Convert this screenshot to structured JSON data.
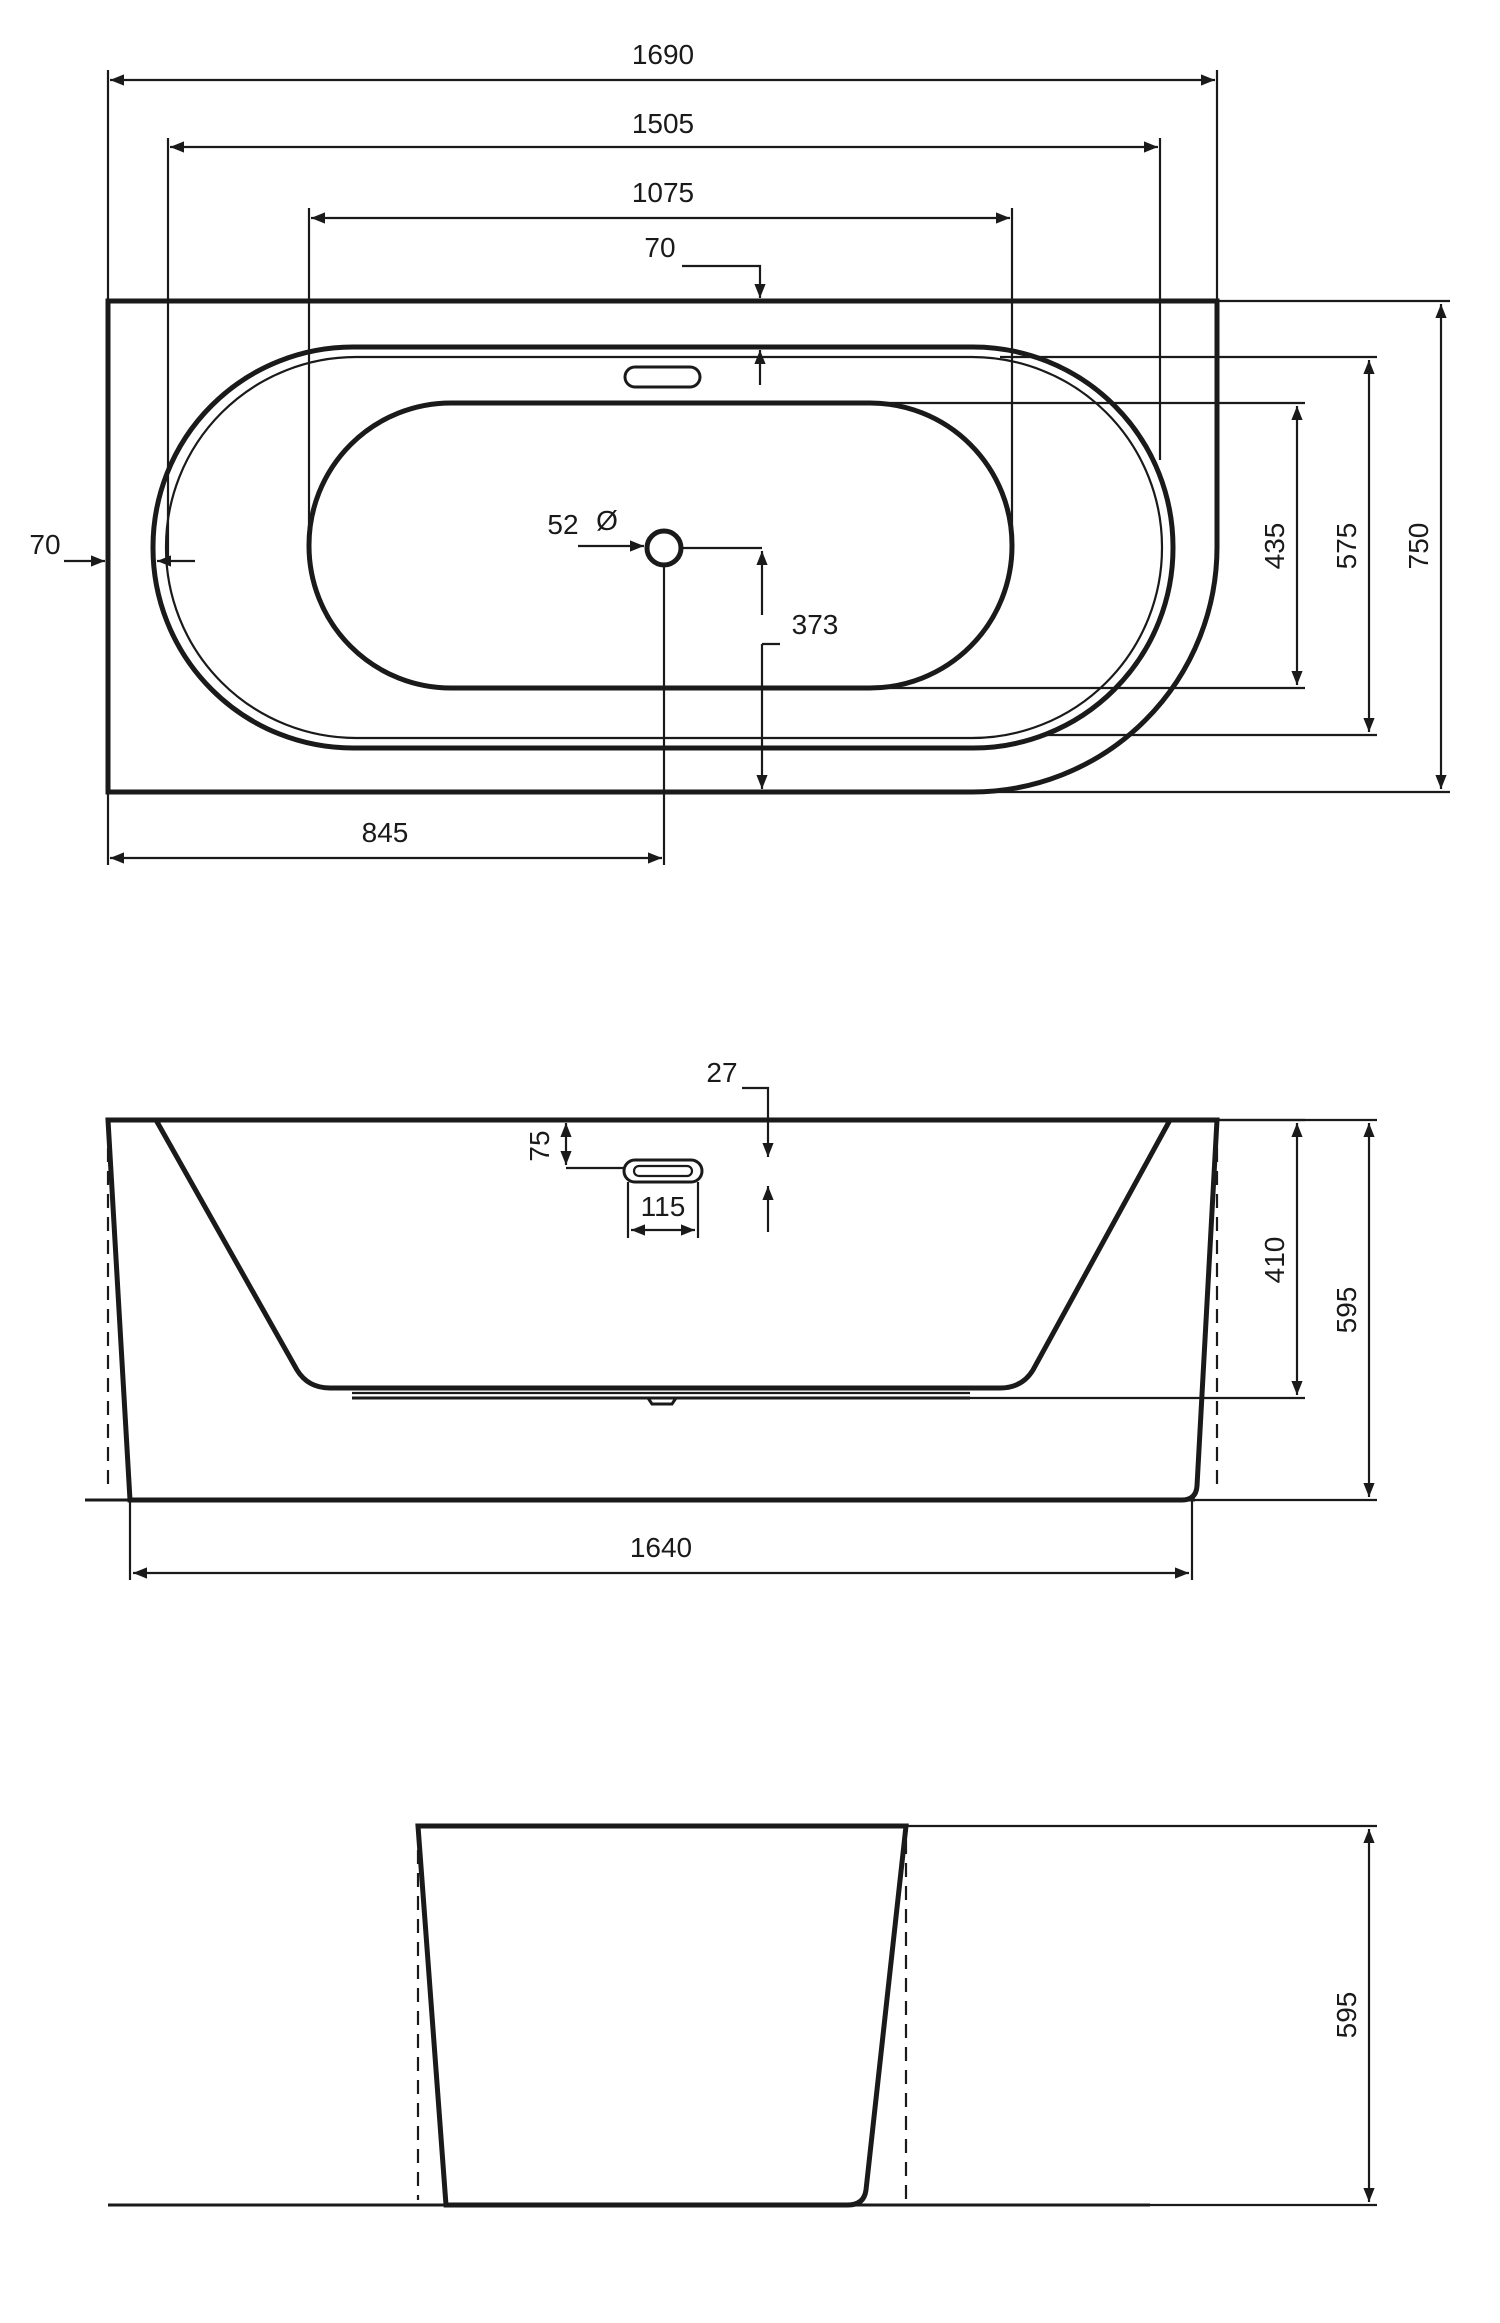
{
  "top_view": {
    "overall_length": "1690",
    "rim_outer_length": "1505",
    "basin_length": "1075",
    "rim_top_width": "70",
    "rim_side_width": "70",
    "drain_diameter": "52",
    "diameter_symbol": "Ø",
    "drain_offset_width": "373",
    "drain_offset_length": "845",
    "basin_width": "435",
    "rim_width": "575",
    "overall_width": "750"
  },
  "front_view": {
    "overflow_offset": "27",
    "overflow_height": "75",
    "overflow_width": "115",
    "inner_depth": "410",
    "overall_height": "595",
    "base_length": "1640"
  },
  "side_view": {
    "overall_height": "595"
  }
}
